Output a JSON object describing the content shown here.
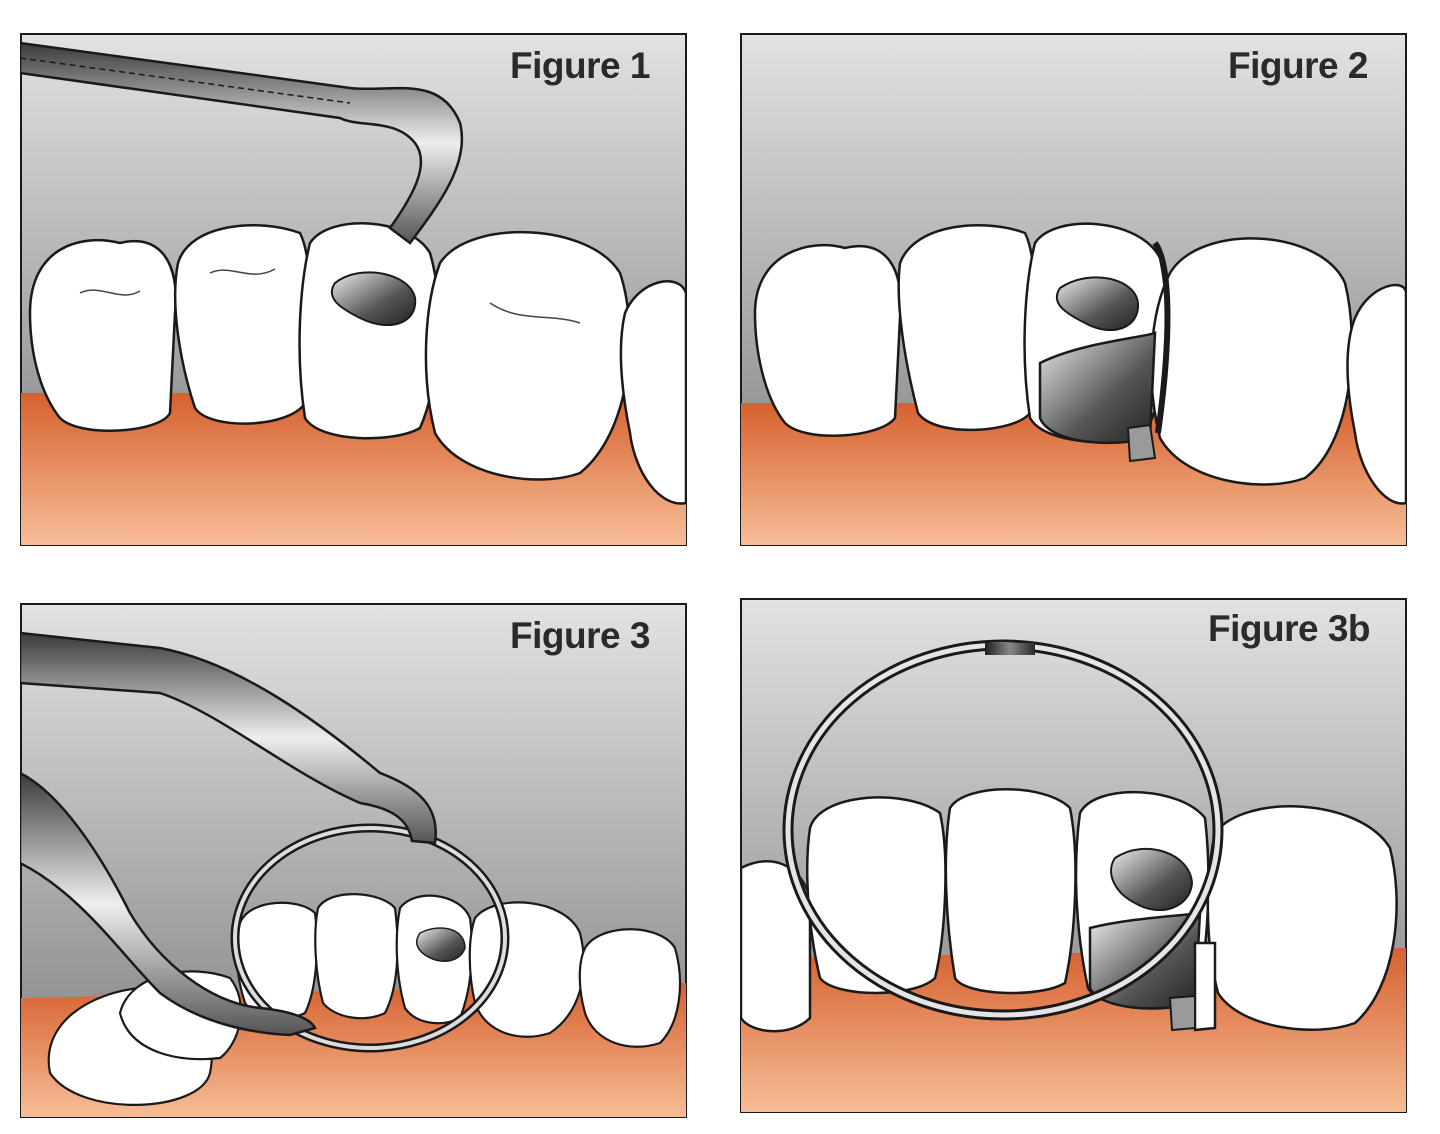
{
  "figures": [
    {
      "label": "Figure 1"
    },
    {
      "label": "Figure 2"
    },
    {
      "label": "Figure 3"
    },
    {
      "label": "Figure 3b"
    }
  ],
  "colors": {
    "sky_top": "#d8d8d8",
    "sky_bottom": "#8a8a8a",
    "gum_top": "#d9693a",
    "gum_bottom": "#f5b58c",
    "tooth": "#ffffff",
    "outline": "#1a1a1a",
    "metal_dark": "#555555",
    "metal_light": "#e8e8e8"
  }
}
